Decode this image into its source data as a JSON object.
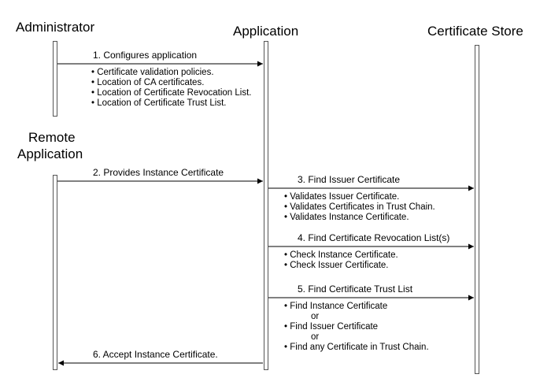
{
  "actors": {
    "administrator": "Administrator",
    "application": "Application",
    "certificate_store": "Certificate Store",
    "remote_application": [
      "Remote",
      "Application"
    ]
  },
  "messages": [
    {
      "label": "1. Configures application",
      "notes": [
        "Certificate validation policies.",
        "Location of CA certificates.",
        "Location of Certificate Revocation List.",
        "Location of Certificate Trust List."
      ]
    },
    {
      "label": "2. Provides Instance Certificate",
      "notes": []
    },
    {
      "label": "3. Find Issuer Certificate",
      "notes": [
        "Validates Issuer Certificate.",
        "Validates Certificates in Trust Chain.",
        "Validates Instance Certificate."
      ]
    },
    {
      "label": "4. Find Certificate Revocation List(s)",
      "notes": [
        "Check Instance Certificate.",
        "Check Issuer Certificate."
      ]
    },
    {
      "label": "5. Find Certificate Trust List",
      "notes": [
        "Find Instance Certificate",
        "or",
        "Find Issuer Certificate",
        "or",
        "Find any Certificate in Trust Chain."
      ]
    },
    {
      "label": "6. Accept Instance Certificate.",
      "notes": []
    }
  ]
}
